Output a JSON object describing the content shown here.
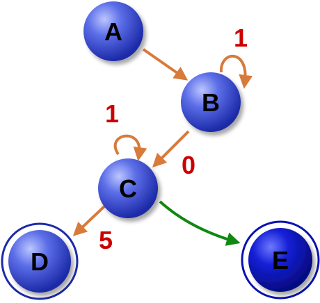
{
  "colors": {
    "node_fill": "#4a5de0",
    "accepting_node_fill": "#0d14c8",
    "edge_orange": "#d87a3a",
    "edge_green": "#118811",
    "label_red": "#cc0000"
  },
  "nodes": [
    {
      "id": "A",
      "label": "A",
      "accepting": false
    },
    {
      "id": "B",
      "label": "B",
      "accepting": false
    },
    {
      "id": "C",
      "label": "C",
      "accepting": false
    },
    {
      "id": "D",
      "label": "D",
      "accepting": true
    },
    {
      "id": "E",
      "label": "E",
      "accepting": true
    }
  ],
  "edges": [
    {
      "from": "A",
      "to": "B",
      "label": "",
      "color": "orange"
    },
    {
      "from": "B",
      "to": "B",
      "label": "1",
      "color": "orange"
    },
    {
      "from": "B",
      "to": "C",
      "label": "0",
      "color": "orange"
    },
    {
      "from": "C",
      "to": "C",
      "label": "1",
      "color": "orange"
    },
    {
      "from": "C",
      "to": "D",
      "label": "5",
      "color": "orange"
    },
    {
      "from": "C",
      "to": "E",
      "label": "",
      "color": "green"
    }
  ]
}
